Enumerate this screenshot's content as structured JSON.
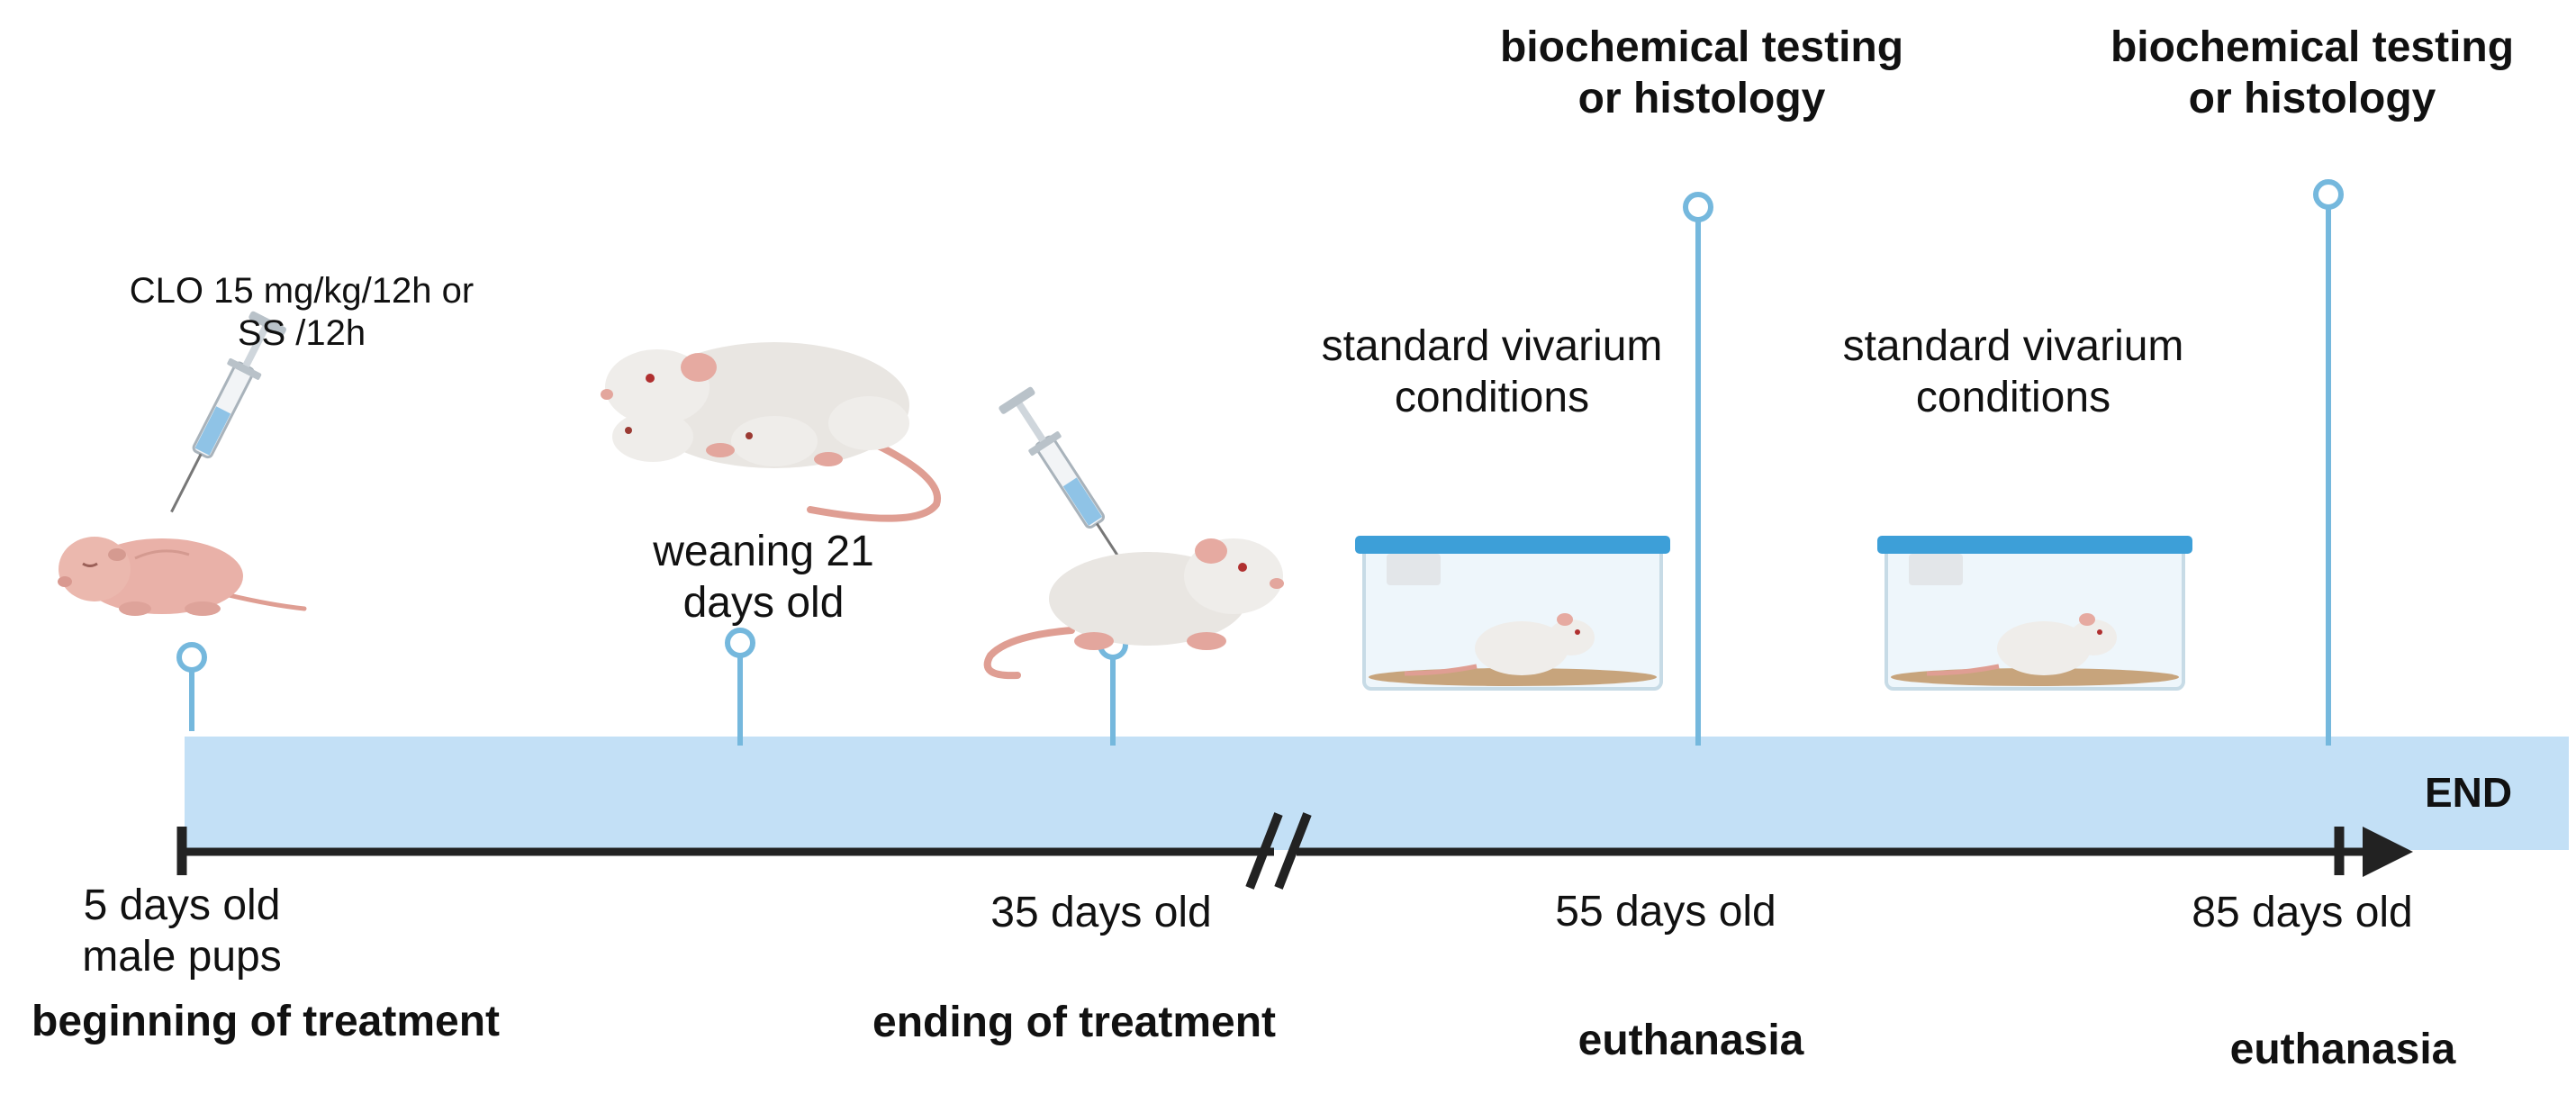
{
  "colors": {
    "band": "#c3e0f6",
    "pin": "#75b8dd",
    "axis": "#222222",
    "rat_body": "#e9e6e2",
    "pup_pink": "#e9b1a8",
    "tail_pink": "#df9e93",
    "cage_lid": "#3d9fd8",
    "bedding": "#c7a47c"
  },
  "icons": [
    "newborn-pup-icon",
    "syringe-icon",
    "mother-rat-with-pups-icon",
    "juvenile-rat-icon",
    "rat-cage-icon"
  ],
  "injection_label": [
    "CLO 15 mg/kg/12h or",
    "SS /12h"
  ],
  "weaning_label": [
    "weaning 21",
    "days old"
  ],
  "vivarium_label": [
    "standard vivarium",
    "conditions"
  ],
  "endpoint_label": [
    "biochemical testing",
    "or histology"
  ],
  "end_label": "END",
  "timeline": {
    "day5": [
      "5 days old",
      "male pups"
    ],
    "day5_event": "beginning of treatment",
    "day35": "35 days old",
    "day35_event": "ending of treatment",
    "day55": "55 days old",
    "day55_event": "euthanasia",
    "day85": "85 days old",
    "day85_event": "euthanasia"
  }
}
